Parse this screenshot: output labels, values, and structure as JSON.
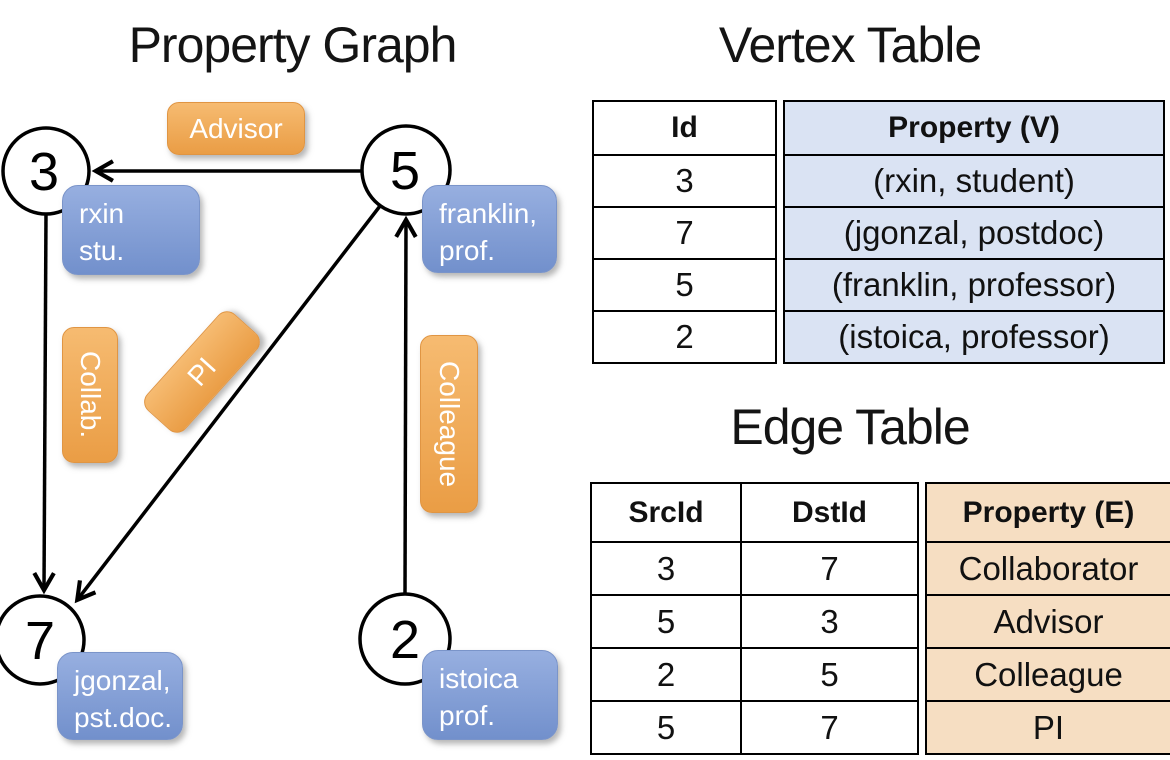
{
  "graph": {
    "title": "Property Graph",
    "nodes": [
      {
        "id": "3",
        "line1": "rxin",
        "line2": "stu."
      },
      {
        "id": "5",
        "line1": "franklin,",
        "line2": "prof."
      },
      {
        "id": "7",
        "line1": "jgonzal,",
        "line2": "pst.doc."
      },
      {
        "id": "2",
        "line1": "istoica",
        "line2": "prof."
      }
    ],
    "edge_labels": {
      "advisor": "Advisor",
      "collab": "Collab.",
      "pi": "PI",
      "colleague": "Colleague"
    }
  },
  "vertex_table": {
    "title": "Vertex Table",
    "columns": [
      "Id",
      "Property (V)"
    ],
    "rows": [
      [
        "3",
        "(rxin, student)"
      ],
      [
        "7",
        "(jgonzal, postdoc)"
      ],
      [
        "5",
        "(franklin, professor)"
      ],
      [
        "2",
        "(istoica, professor)"
      ]
    ]
  },
  "edge_table": {
    "title": "Edge Table",
    "columns": [
      "SrcId",
      "DstId",
      "Property (E)"
    ],
    "rows": [
      [
        "3",
        "7",
        "Collaborator"
      ],
      [
        "5",
        "3",
        "Advisor"
      ],
      [
        "2",
        "5",
        "Colleague"
      ],
      [
        "5",
        "7",
        "PI"
      ]
    ]
  },
  "colors": {
    "vertex_box_top": "#97afe0",
    "vertex_box_bottom": "#7290cc",
    "edge_box_top": "#f6bb71",
    "edge_box_bottom": "#ea9d45",
    "vertex_table_fill": "#dae3f3",
    "edge_table_fill": "#f6dec2",
    "line": "#000000"
  }
}
